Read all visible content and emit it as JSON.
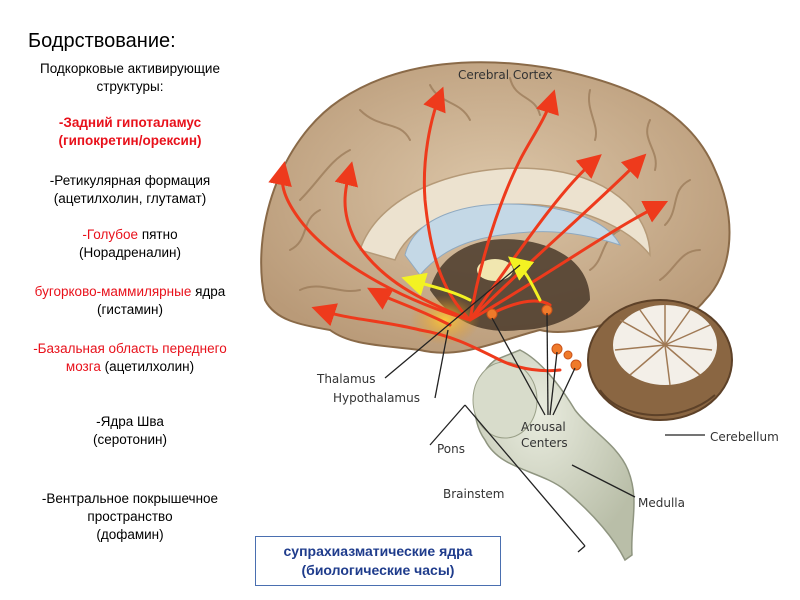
{
  "title": "Бодрствование:",
  "left_column": {
    "intro": "Подкорковые активирующие структуры:",
    "item1_line1": "-Задний гипоталамус",
    "item1_line2": "(гипокретин/орексин)",
    "item2_line1": "-Ретикулярная формация",
    "item2_line2": "(ацетилхолин, глутамат)",
    "item3_red": "-Голубое",
    "item3_rest": " пятно",
    "item3_line2": "(Норадреналин)",
    "item4_red": "бугорково-маммилярные",
    "item4_rest": " ядра",
    "item4_line2": "(гистамин)",
    "item5_line1": "-Базальная область переднего",
    "item5_red": "мозга",
    "item5_rest": " (ацетилхолин)",
    "item6_line1": "-Ядра Шва",
    "item6_line2": "(серотонин)",
    "item7_line1": "-Вентральное покрышечное",
    "item7_line2": "пространство",
    "item7_line3": "(дофамин)"
  },
  "diagram_labels": {
    "cortex": "Cerebral Cortex",
    "thalamus": "Thalamus",
    "hypothalamus": "Hypothalamus",
    "pons": "Pons",
    "arousal_1": "Arousal",
    "arousal_2": "Centers",
    "cerebellum": "Cerebellum",
    "brainstem": "Brainstem",
    "medulla": "Medulla"
  },
  "scn_box": {
    "line1": "супрахиазматические ядра",
    "line2": "(биологические часы)"
  },
  "colors": {
    "pathway_red": "#ee3a1c",
    "pathway_yellow": "#f3f222",
    "text_red": "#e8111b",
    "box_text": "#1f3c8c"
  }
}
